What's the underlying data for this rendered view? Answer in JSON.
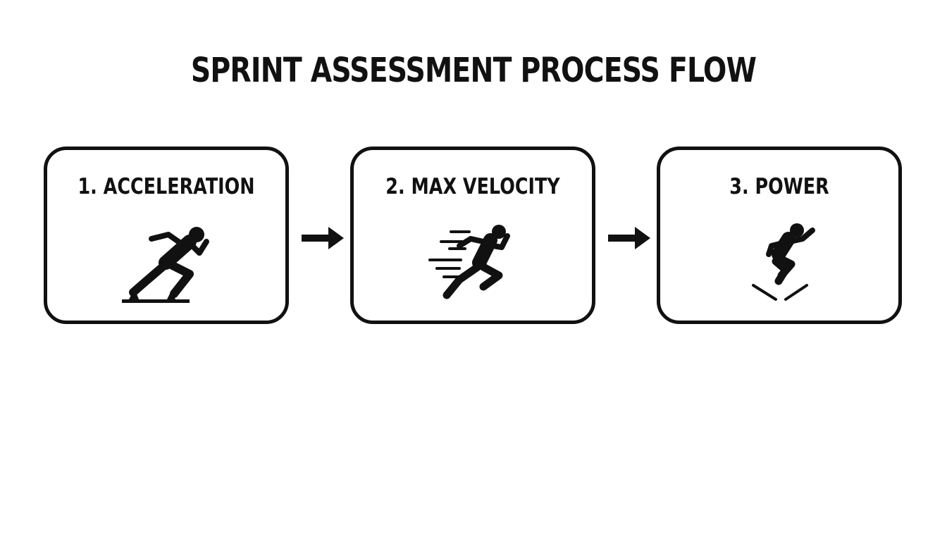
{
  "diagram": {
    "title": "SPRINT ASSESSMENT PROCESS FLOW",
    "steps": [
      {
        "label": "1. ACCELERATION",
        "icon": "sprint-start-icon"
      },
      {
        "label": "2. MAX VELOCITY",
        "icon": "running-fast-icon"
      },
      {
        "label": "3. POWER",
        "icon": "jump-icon"
      }
    ],
    "connector_icon": "right-arrow-icon",
    "colors": {
      "ink": "#111111",
      "background": "#ffffff"
    }
  }
}
